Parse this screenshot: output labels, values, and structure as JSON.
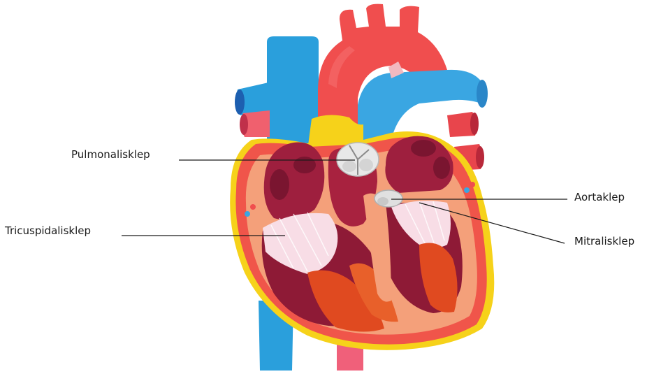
{
  "diagram": {
    "labels": {
      "pulmonalisklep": "Pulmonalisklep",
      "tricuspidalisklep": "Tricuspidalisklep",
      "aortaklep": "Aortaklep",
      "mitralisklep": "Mitralisklep"
    },
    "colors": {
      "aorta": "#f04e4e",
      "vena_cava": "#2a9fdc",
      "pulmonary": "#3aa6e2",
      "fat": "#f6d21a",
      "outer_wall": "#f0554a",
      "myocardium": "#f4a07a",
      "chamber": "#9e1f3e",
      "chamber_dark": "#7a1530",
      "valve": "#d9d9d9",
      "chordae": "#f8dde6",
      "papillary": "#e04a20",
      "leader": "#1a1a1a"
    }
  }
}
